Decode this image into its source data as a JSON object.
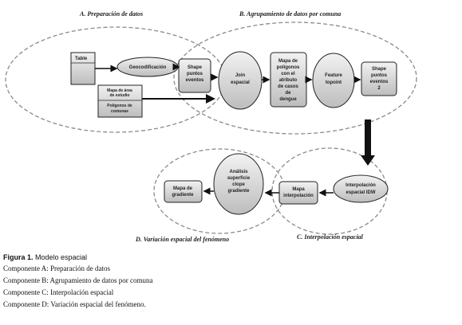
{
  "sections": {
    "a": "A.   Preparación de datos",
    "b": "B.   Agrupamiento de datos por comuna",
    "c": "C.   Interpolación espacial",
    "d": "D.   Variación espacial del fenómeno"
  },
  "nodes": {
    "table": "Table",
    "geocodificacion": "Geocodificación",
    "mapa_area_line1": "Mapa de área",
    "mapa_area_line2": "de estudio",
    "poligonos_line1": "Polígonos de",
    "poligonos_line2": "comunas",
    "shape_eventos_line1": "Shape",
    "shape_eventos_line2": "puntos",
    "shape_eventos_line3": "eventos",
    "join_line1": "Join",
    "join_line2": "espacial",
    "mapa_poligonos_line1": "Mapa de",
    "mapa_poligonos_line2": "polígonos",
    "mapa_poligonos_line3": "con el",
    "mapa_poligonos_line4": "atributo",
    "mapa_poligonos_line5": "de casos",
    "mapa_poligonos_line6": "de",
    "mapa_poligonos_line7": "dengue",
    "feature_line1": "Feature",
    "feature_line2": "topoint",
    "shape2_line1": "Shape",
    "shape2_line2": "puntos",
    "shape2_line3": "eventos",
    "shape2_line4": "2",
    "interp_line1": "Interpolación",
    "interp_line2": "espacial IDW",
    "mapa_interp_line1": "Mapa",
    "mapa_interp_line2": "interpolación",
    "analisis_line1": "Análisis",
    "analisis_line2": "superficie",
    "analisis_line3": "clope",
    "analisis_line4": "gradiente",
    "mapa_grad_line1": "Mapa de",
    "mapa_grad_line2": "gradiente"
  },
  "caption": {
    "fig_label": "Figura 1.",
    "fig_title": " Modelo espacial",
    "line_a": "Componente A: Preparación de datos",
    "line_b": "Componente B: Agrupamiento de datos por comuna",
    "line_c": "Componente C: Interpolación espacial",
    "line_d": "Componente D: Variación espacial del fenómeno."
  },
  "colors": {
    "node_fill": "#d4d4d4",
    "stroke": "#222222",
    "dashed": "#8a8a8a"
  }
}
